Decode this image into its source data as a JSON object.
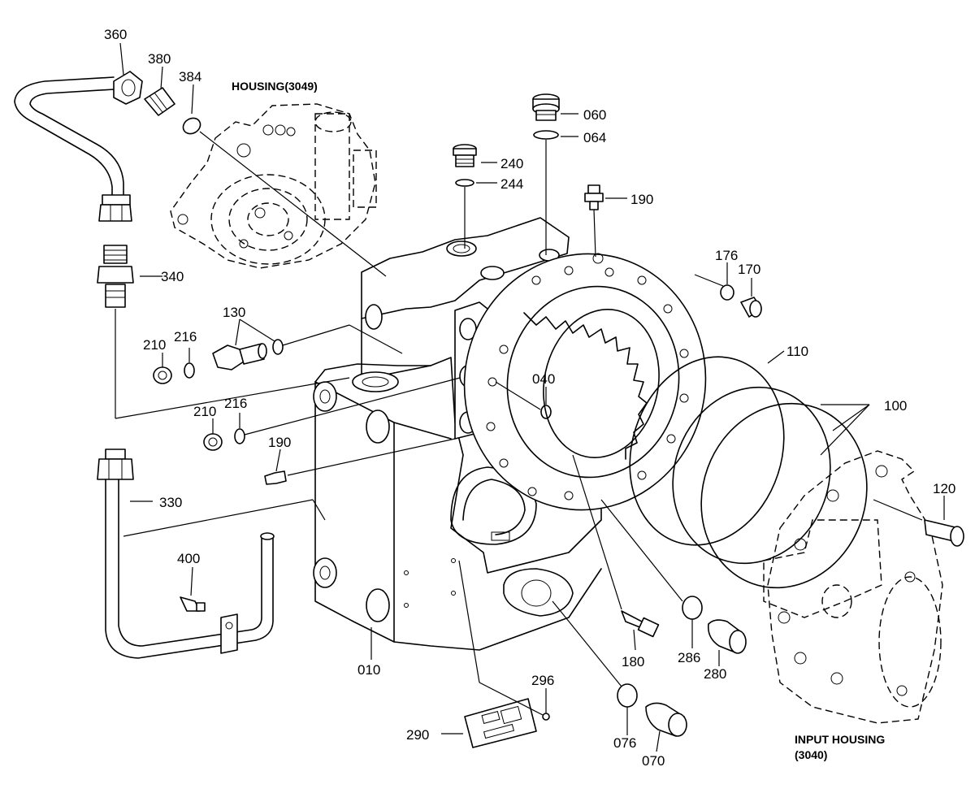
{
  "callouts": {
    "c360": "360",
    "c380": "380",
    "c384": "384",
    "c340": "340",
    "c130": "130",
    "c210a": "210",
    "c216a": "216",
    "c210b": "210",
    "c216b": "216",
    "c190a": "190",
    "c190b": "190",
    "c330": "330",
    "c400": "400",
    "c010": "010",
    "c060": "060",
    "c064": "064",
    "c240": "240",
    "c244": "244",
    "c176": "176",
    "c170": "170",
    "c040": "040",
    "c110": "110",
    "c100": "100",
    "c120": "120",
    "c180": "180",
    "c286": "286",
    "c280": "280",
    "c296": "296",
    "c290": "290",
    "c076": "076",
    "c070": "070"
  },
  "captions": {
    "housing_top": "HOUSING(3049)",
    "input_housing_line1": "INPUT HOUSING",
    "input_housing_line2": "(3040)"
  }
}
